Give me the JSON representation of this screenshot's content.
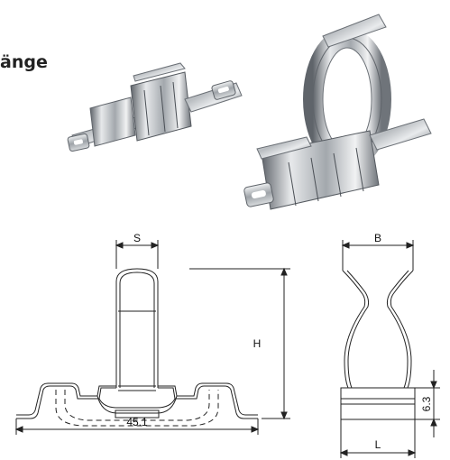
{
  "heading": {
    "text": "änge"
  },
  "dimensions": {
    "s_label": "S",
    "b_label": "B",
    "h_label": "H",
    "width_label": "45.1",
    "height_label": "6.3",
    "l_label": "L"
  },
  "colors": {
    "metal_light": "#e6e8ea",
    "metal_mid": "#a9aeb3",
    "metal_dark": "#555a60",
    "line": "#222222"
  }
}
